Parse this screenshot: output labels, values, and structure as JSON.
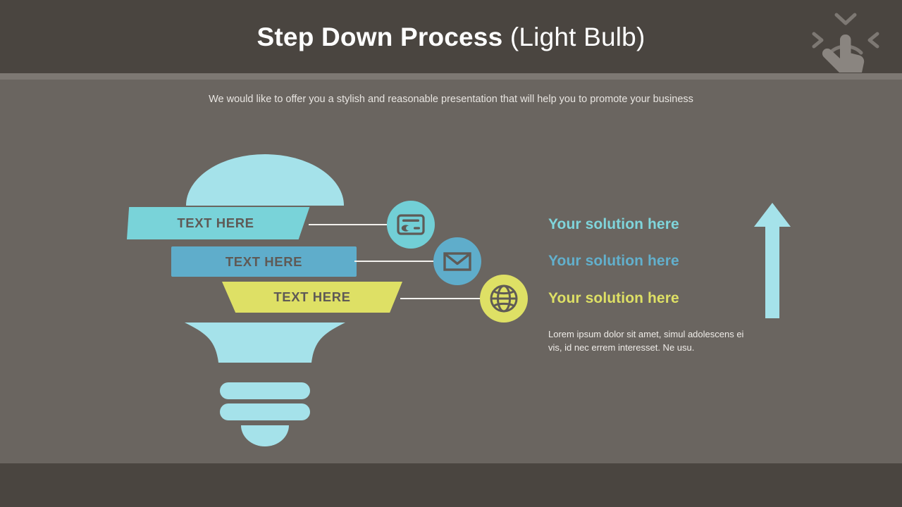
{
  "slide": {
    "title_bold": "Step Down Process",
    "title_light": " (Light Bulb)",
    "subtitle": "We would like to offer you a stylish and reasonable presentation that will help you to promote your business",
    "logo_icon": "hand-click-logo-icon"
  },
  "colors": {
    "header_bg": "#4a4540",
    "header_rule": "#7d7873",
    "body_bg": "#6a6560",
    "footer_bg": "#4a4540",
    "band1": "#79d3d9",
    "band2": "#5fadcb",
    "band3": "#dee065",
    "bulb_glass": "#a5e2ea",
    "band_text": "#5f5a56",
    "connector": "#f3f1ee",
    "arrow": "#a5e2ea",
    "icon_glyph": "#5f5a56"
  },
  "steps": [
    {
      "label": "TEXT HERE",
      "icon": "credit-card-icon",
      "solution": "Your solution here",
      "color": "#79d3d9"
    },
    {
      "label": "TEXT HERE",
      "icon": "envelope-icon",
      "solution": "Your solution here",
      "color": "#5fadcb"
    },
    {
      "label": "TEXT HERE",
      "icon": "globe-icon",
      "solution": "Your solution here",
      "color": "#dee065"
    }
  ],
  "body_copy": "Lorem ipsum dolor sit amet, simul adolescens ei vis, id nec errem interesset. Ne usu.",
  "arrow": {
    "direction": "up",
    "icon": "arrow-up-icon"
  },
  "bulb": {
    "icon": "light-bulb-shape"
  }
}
